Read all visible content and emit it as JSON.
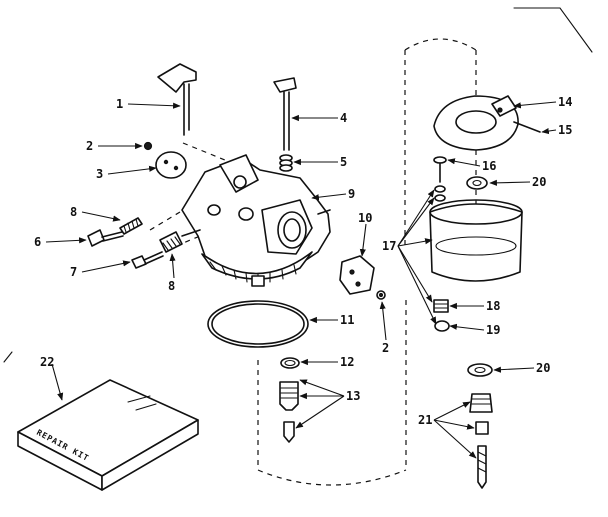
{
  "labels": {
    "p1": "1",
    "p2a": "2",
    "p2b": "2",
    "p3": "3",
    "p4": "4",
    "p5": "5",
    "p6": "6",
    "p7": "7",
    "p8a": "8",
    "p8b": "8",
    "p9": "9",
    "p10": "10",
    "p11": "11",
    "p12": "12",
    "p13": "13",
    "p14": "14",
    "p15": "15",
    "p16": "16",
    "p17": "17",
    "p18": "18",
    "p19": "19",
    "p20a": "20",
    "p20b": "20",
    "p21": "21",
    "p22": "22"
  },
  "kit_text": "REPAIR KIT"
}
